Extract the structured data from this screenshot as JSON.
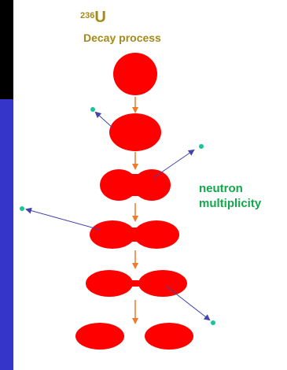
{
  "diagram": {
    "isotope": {
      "mass_number": "236",
      "symbol": "U"
    },
    "subtitle": "Decay process",
    "neutron_label_line1": "neutron",
    "neutron_label_line2": "multiplicity",
    "stages": [
      "sphere",
      "ellipsoid",
      "peanut",
      "dumbbell",
      "scission-neck",
      "two-fragments"
    ],
    "neutrons_emitted": 4
  },
  "colors": {
    "nucleus": "#ff0000",
    "title": "#a48a1a",
    "label": "#0fa84a",
    "flow_arrow": "#f07a2a",
    "neutron_arrow": "#4444aa",
    "neutron": "#18c49a",
    "background": "#000000",
    "band": "#3535c9",
    "panel": "#ffffff"
  }
}
